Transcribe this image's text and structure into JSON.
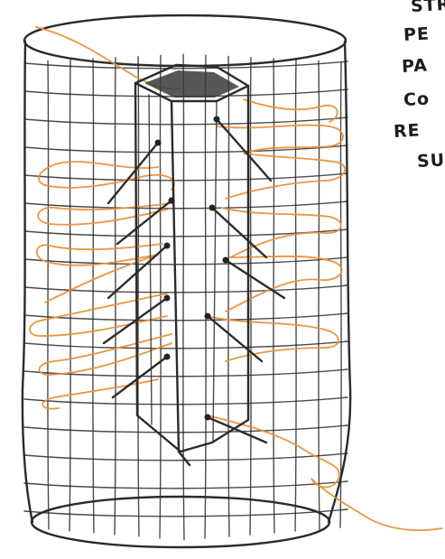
{
  "notes": [
    "STR",
    "PE",
    "PA",
    "Co",
    "RE",
    "SU"
  ]
}
